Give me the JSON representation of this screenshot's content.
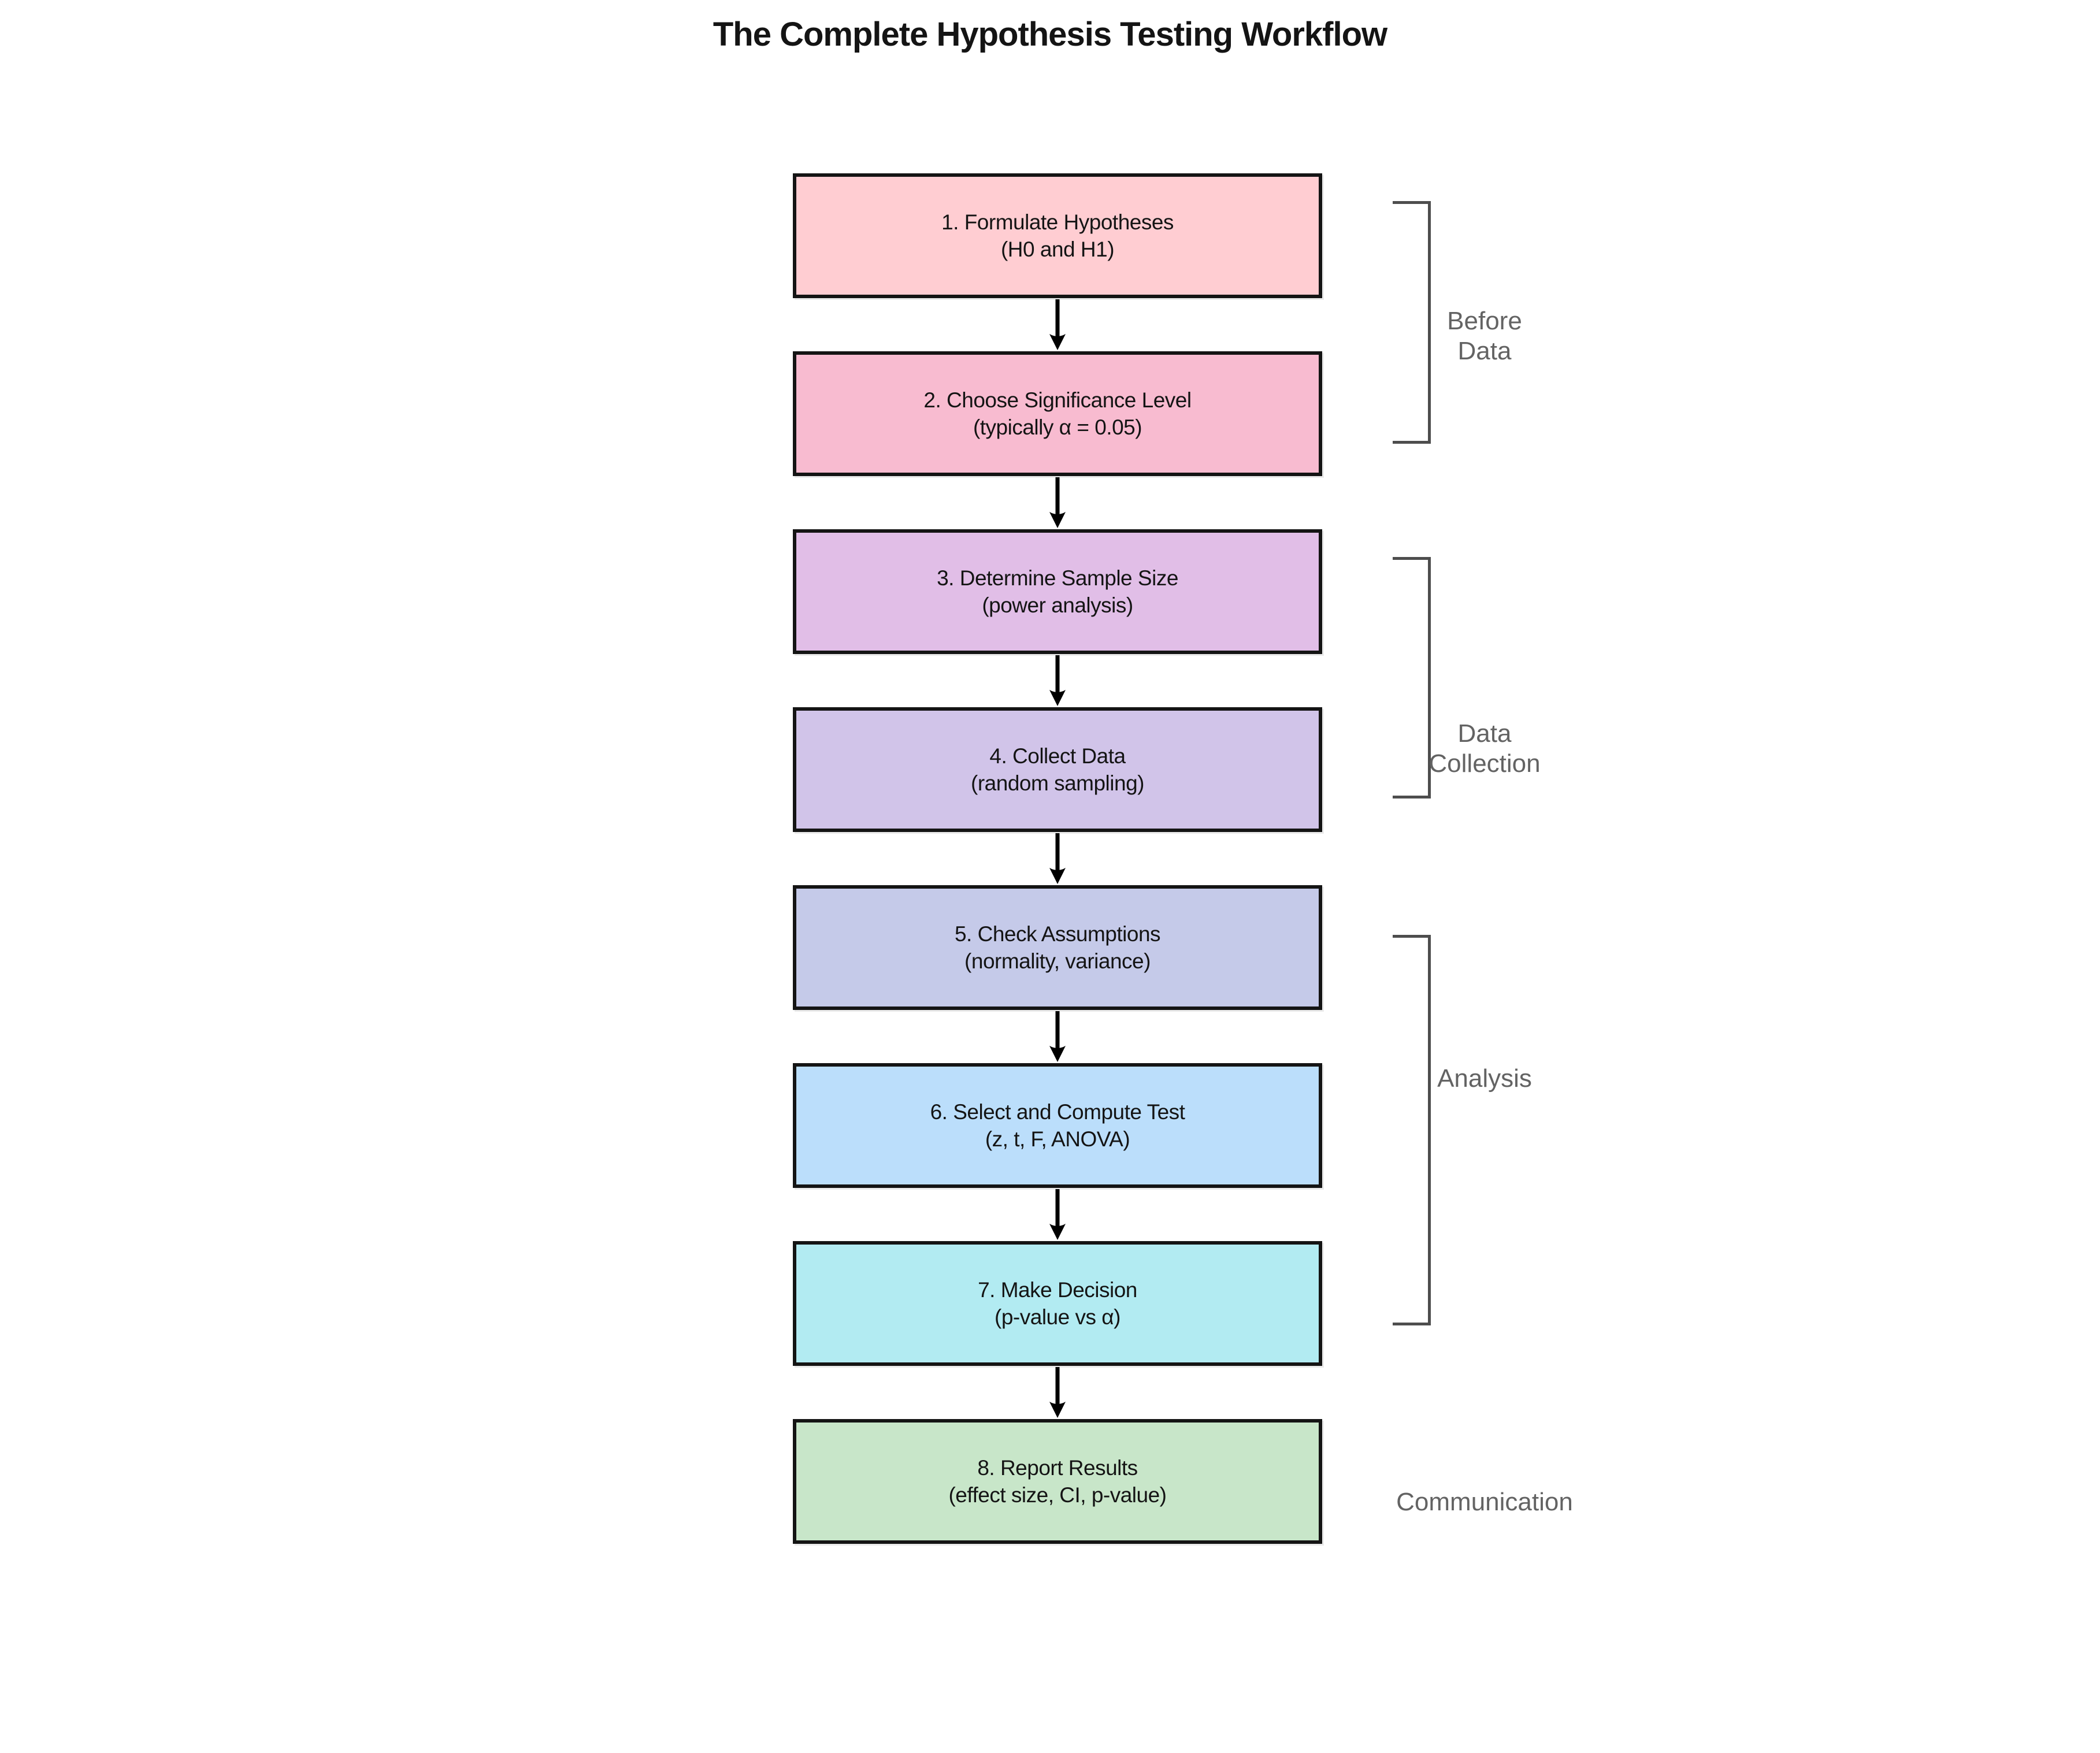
{
  "title": "The Complete Hypothesis Testing Workflow",
  "steps": [
    {
      "line1": "1. Formulate Hypotheses",
      "line2": "(H0 and H1)",
      "fill": "#FFCDD2"
    },
    {
      "line1": "2. Choose Significance Level",
      "line2": "(typically α = 0.05)",
      "fill": "#F8BBD0"
    },
    {
      "line1": "3. Determine Sample Size",
      "line2": "(power analysis)",
      "fill": "#E1BEE7"
    },
    {
      "line1": "4. Collect Data",
      "line2": "(random sampling)",
      "fill": "#D1C4E9"
    },
    {
      "line1": "5. Check Assumptions",
      "line2": "(normality, variance)",
      "fill": "#C5CAE9"
    },
    {
      "line1": "6. Select and Compute Test",
      "line2": "(z, t, F, ANOVA)",
      "fill": "#BBDEFB"
    },
    {
      "line1": "7. Make Decision",
      "line2": "(p-value vs α)",
      "fill": "#B2EBF2"
    },
    {
      "line1": "8. Report Results",
      "line2": "(effect size, CI, p-value)",
      "fill": "#C8E6C9"
    }
  ],
  "sections": [
    {
      "lines": [
        "Before",
        "Data"
      ]
    },
    {
      "lines": [
        "Data",
        "Collection"
      ]
    },
    {
      "lines": [
        "Analysis"
      ]
    },
    {
      "lines": [
        "Communication"
      ]
    }
  ],
  "colors": {
    "background": "#ffffff",
    "box_border": "#141414",
    "box_text": "#141414",
    "arrow": "#000000",
    "bracket": "#4d4d4d",
    "section_label": "#636363"
  }
}
